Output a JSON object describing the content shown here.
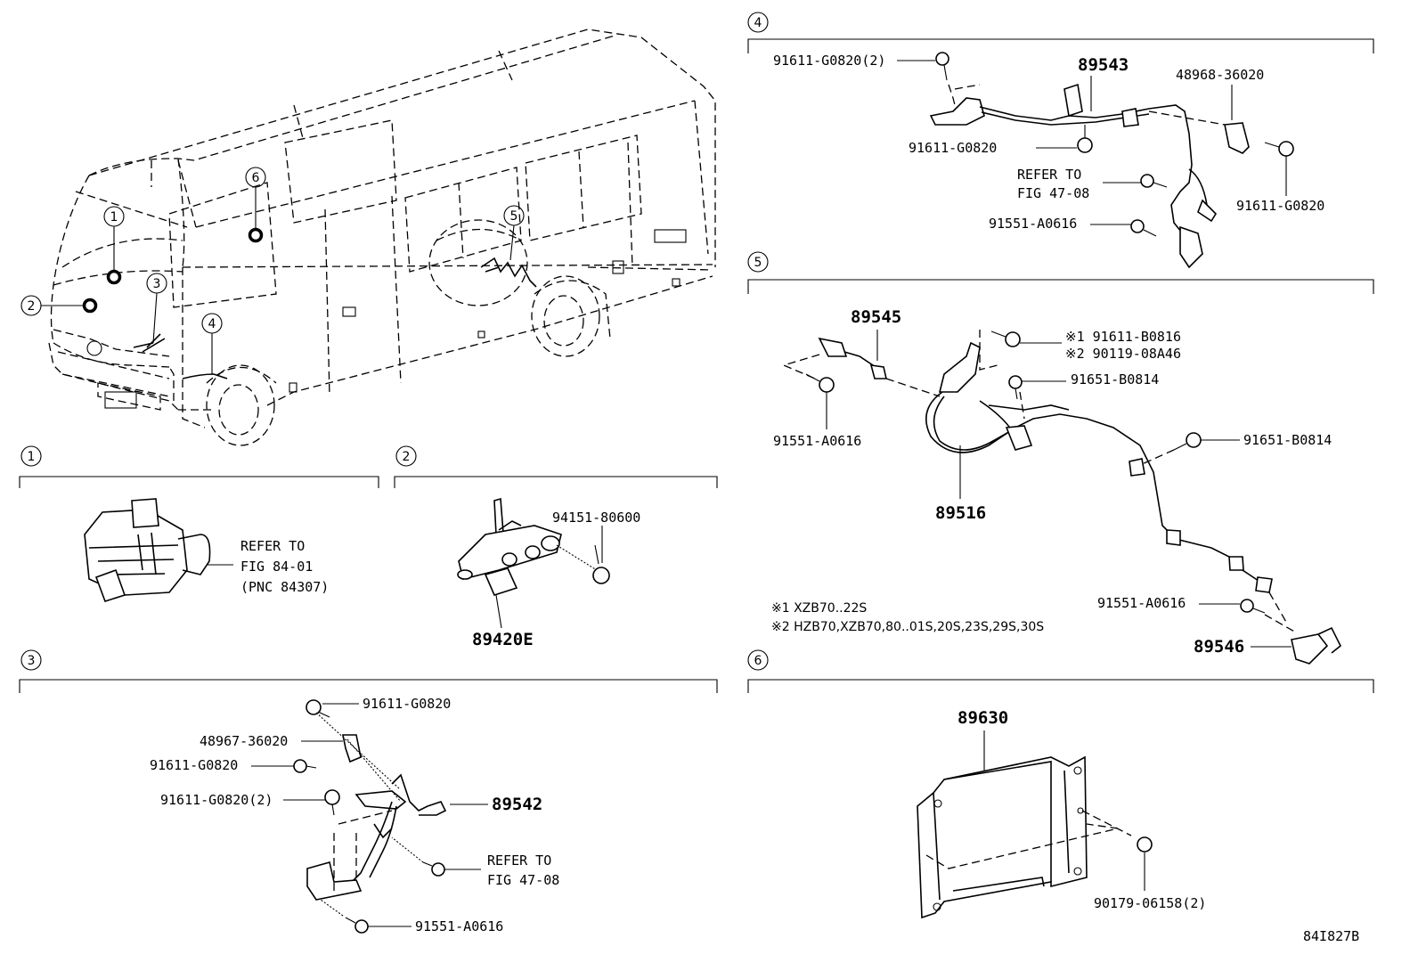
{
  "diagram_id": "84I827B",
  "overview": {
    "callouts": [
      "1",
      "2",
      "3",
      "4",
      "5",
      "6"
    ]
  },
  "sections": {
    "s1": {
      "number": "1",
      "refer": [
        "REFER TO",
        "FIG 84-01",
        "(PNC 84307)"
      ]
    },
    "s2": {
      "number": "2",
      "parts": {
        "bolt": "94151-80600",
        "main": "89420E"
      }
    },
    "s3": {
      "number": "3",
      "parts": {
        "bolt_top": "91611-G0820",
        "bracket": "48967-36020",
        "bolt_left": "91611-G0820",
        "bolt_pair": "91611-G0820(2)",
        "harness": "89542",
        "bolt_bottom": "91551-A0616"
      },
      "refer": [
        "REFER TO",
        "FIG 47-08"
      ]
    },
    "s4": {
      "number": "4",
      "parts": {
        "bolt_pair": "91611-G0820(2)",
        "harness": "89543",
        "bracket": "48968-36020",
        "bolt_mid": "91611-G0820",
        "bolt_right": "91611-G0820",
        "bolt_bottom": "91551-A0616"
      },
      "refer": [
        "REFER TO",
        "FIG 47-08"
      ]
    },
    "s5": {
      "number": "5",
      "parts": {
        "sensor_a": "89545",
        "note_bolt_1": "※1 91611-B0816",
        "note_bolt_2": "※2 90119-08A46",
        "bolt_upper": "91651-B0814",
        "bolt_left": "91551-A0616",
        "bolt_right": "91651-B0814",
        "harness": "89516",
        "bolt_lower": "91551-A0616",
        "sensor_b": "89546"
      },
      "notes": [
        "※1 XZB70..22S",
        "※2 HZB70,XZB70,80..01S,20S,23S,29S,30S"
      ]
    },
    "s6": {
      "number": "6",
      "parts": {
        "ecu": "89630",
        "bolt": "90179-06158(2)"
      }
    }
  }
}
